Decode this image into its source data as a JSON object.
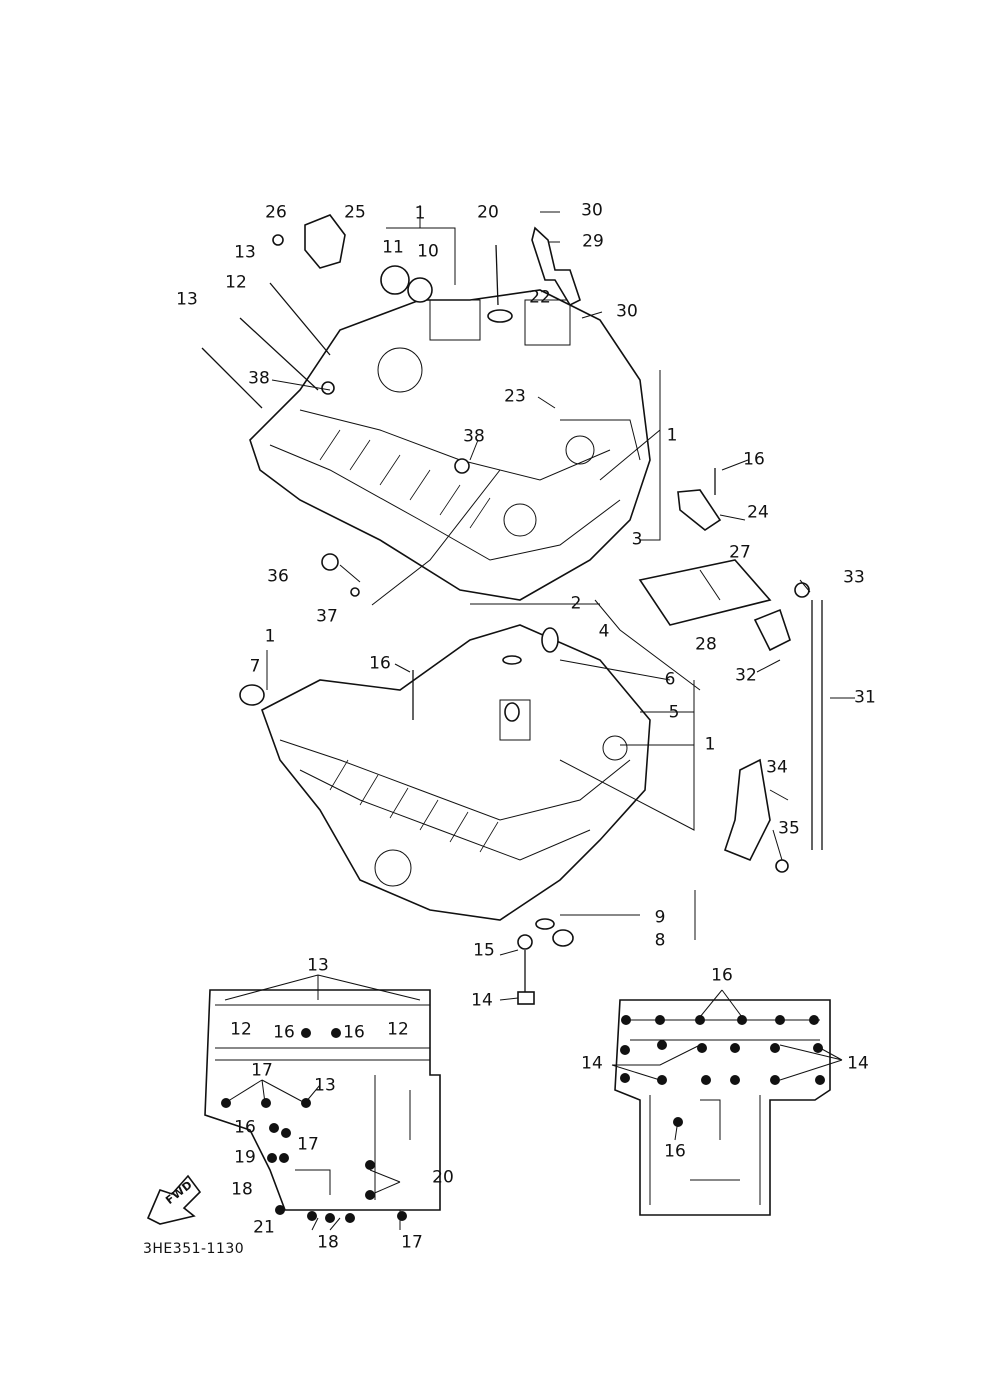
{
  "diagram": {
    "callouts": [
      "1",
      "2",
      "3",
      "4",
      "5",
      "6",
      "7",
      "8",
      "9",
      "10",
      "11",
      "12",
      "13",
      "14",
      "15",
      "16",
      "17",
      "18",
      "19",
      "20",
      "21",
      "22",
      "23",
      "24",
      "25",
      "26",
      "27",
      "28",
      "29",
      "30",
      "31",
      "32",
      "33",
      "34",
      "35",
      "36",
      "37",
      "38"
    ],
    "reference_code": "3HE351-1130",
    "fwd_badge": "FWD"
  }
}
